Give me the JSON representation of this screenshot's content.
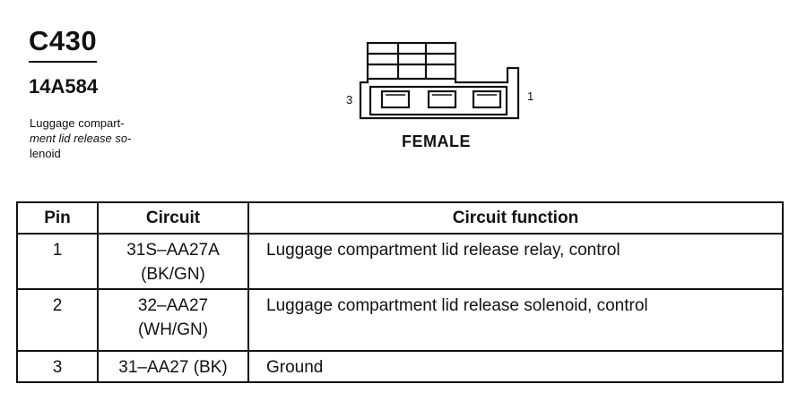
{
  "connector": {
    "id": "C430",
    "part_number": "14A584",
    "description_lines": [
      "Luggage compart-",
      "ment lid release so-",
      "lenoid"
    ]
  },
  "figure": {
    "pin_left_label": "3",
    "pin_right_label": "1",
    "gender_label": "FEMALE"
  },
  "table": {
    "headers": [
      "Pin",
      "Circuit",
      "Circuit function"
    ],
    "rows": [
      {
        "pin": "1",
        "circuit_lines": [
          "31S–AA27A",
          "(BK/GN)"
        ],
        "function": "Luggage compartment lid release relay, control"
      },
      {
        "pin": "2",
        "circuit_lines": [
          "32–AA27",
          "(WH/GN)"
        ],
        "function": "Luggage compartment lid release solenoid, control"
      },
      {
        "pin": "3",
        "circuit_lines": [
          "31–AA27 (BK)"
        ],
        "function": "Ground"
      }
    ]
  }
}
